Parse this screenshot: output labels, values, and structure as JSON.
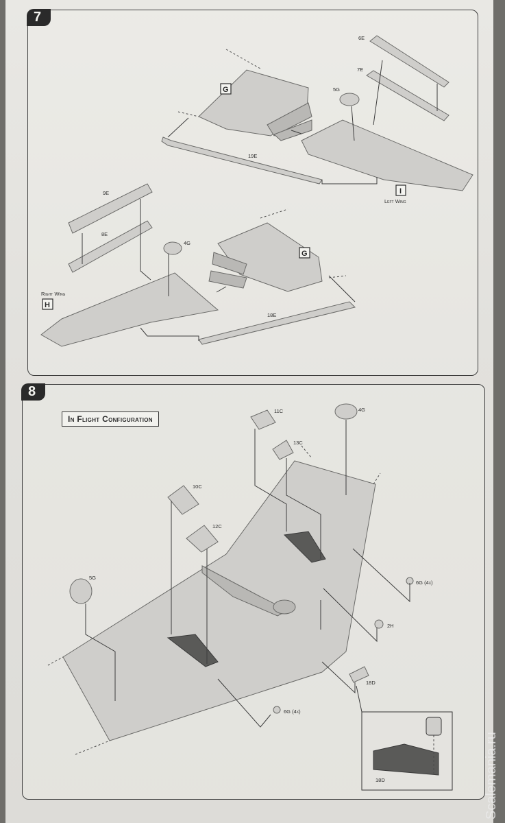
{
  "steps": {
    "step7": {
      "number": "7",
      "labels": {
        "p6e": "6E",
        "p7e": "7E",
        "p5g": "5G",
        "p19e": "19E",
        "p9e": "9E",
        "p8e": "8E",
        "p4g": "4G",
        "p18e": "18E",
        "boxG1": "G",
        "boxG2": "G",
        "boxI": "I",
        "boxH": "H",
        "left_wing": "Left Wing",
        "right_wing": "Right Wing"
      }
    },
    "step8": {
      "number": "8",
      "config_label": "In Flight Configuration",
      "labels": {
        "p11c": "11C",
        "p13c": "13C",
        "p4g": "4G",
        "p10c": "10C",
        "p12c": "12C",
        "p5g": "5G",
        "p6g_a": "6G (4x)",
        "p2h": "2H",
        "p18d": "18D",
        "p6g_b": "6G (4x)",
        "p18d_inset": "18D"
      }
    }
  },
  "watermark": "Scalemania.ru",
  "colors": {
    "part_fill": "#cfcecb",
    "line": "#3c3c3c",
    "badge": "#2a2a2a"
  }
}
